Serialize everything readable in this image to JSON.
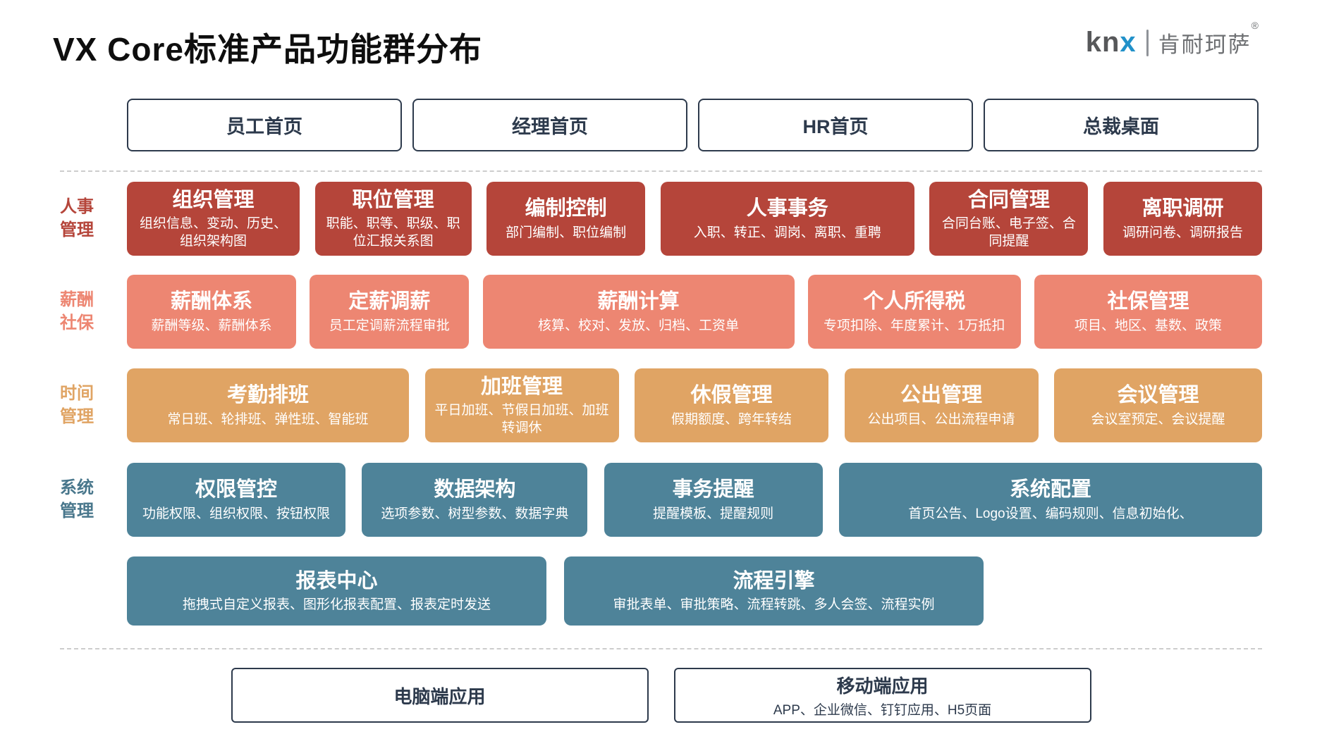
{
  "title": "VX Core标准产品功能群分布",
  "logo": {
    "kn": "kn",
    "x": "x",
    "company": "肯耐珂萨",
    "registered": "®"
  },
  "colors": {
    "hr_red": "#b5453a",
    "payroll_salmon": "#ed8672",
    "time_orange": "#e0a464",
    "system_teal": "#4e8399",
    "outline_navy": "#2d3a4c",
    "logo_blue": "#2191c9"
  },
  "portals": [
    {
      "label": "员工首页"
    },
    {
      "label": "经理首页"
    },
    {
      "label": "HR首页"
    },
    {
      "label": "总裁桌面"
    }
  ],
  "groups": [
    {
      "label_line1": "人事",
      "label_line2": "管理",
      "color": "#b5453a",
      "boxes": [
        {
          "title": "组织管理",
          "desc": "组织信息、变动、历史、组织架构图"
        },
        {
          "title": "职位管理",
          "desc": "职能、职等、职级、职位汇报关系图"
        },
        {
          "title": "编制控制",
          "desc": "部门编制、职位编制"
        },
        {
          "title": "人事事务",
          "desc": "入职、转正、调岗、离职、重聘"
        },
        {
          "title": "合同管理",
          "desc": "合同台账、电子签、合同提醒"
        },
        {
          "title": "离职调研",
          "desc": "调研问卷、调研报告"
        }
      ]
    },
    {
      "label_line1": "薪酬",
      "label_line2": "社保",
      "color": "#ed8672",
      "boxes": [
        {
          "title": "薪酬体系",
          "desc": "薪酬等级、薪酬体系"
        },
        {
          "title": "定薪调薪",
          "desc": "员工定调薪流程审批"
        },
        {
          "title": "薪酬计算",
          "desc": "核算、校对、发放、归档、工资单"
        },
        {
          "title": "个人所得税",
          "desc": "专项扣除、年度累计、1万抵扣"
        },
        {
          "title": "社保管理",
          "desc": "项目、地区、基数、政策"
        }
      ]
    },
    {
      "label_line1": "时间",
      "label_line2": "管理",
      "color": "#e0a464",
      "boxes": [
        {
          "title": "考勤排班",
          "desc": "常日班、轮排班、弹性班、智能班"
        },
        {
          "title": "加班管理",
          "desc": "平日加班、节假日加班、加班转调休"
        },
        {
          "title": "休假管理",
          "desc": "假期额度、跨年转结"
        },
        {
          "title": "公出管理",
          "desc": "公出项目、公出流程申请"
        },
        {
          "title": "会议管理",
          "desc": "会议室预定、会议提醒"
        }
      ]
    },
    {
      "label_line1": "系统",
      "label_line2": "管理",
      "color": "#4e8399",
      "boxes": [
        {
          "title": "权限管控",
          "desc": "功能权限、组织权限、按钮权限"
        },
        {
          "title": "数据架构",
          "desc": "选项参数、树型参数、数据字典"
        },
        {
          "title": "事务提醒",
          "desc": "提醒模板、提醒规则"
        },
        {
          "title": "系统配置",
          "desc": "首页公告、Logo设置、编码规则、信息初始化、"
        }
      ]
    },
    {
      "label_line1": "",
      "label_line2": "",
      "color": "#4e8399",
      "boxes": [
        {
          "title": "报表中心",
          "desc": "拖拽式自定义报表、图形化报表配置、报表定时发送"
        },
        {
          "title": "流程引擎",
          "desc": "审批表单、审批策略、流程转跳、多人会签、流程实例"
        }
      ]
    }
  ],
  "clients": [
    {
      "title": "电脑端应用",
      "desc": ""
    },
    {
      "title": "移动端应用",
      "desc": "APP、企业微信、钉钉应用、H5页面"
    }
  ]
}
